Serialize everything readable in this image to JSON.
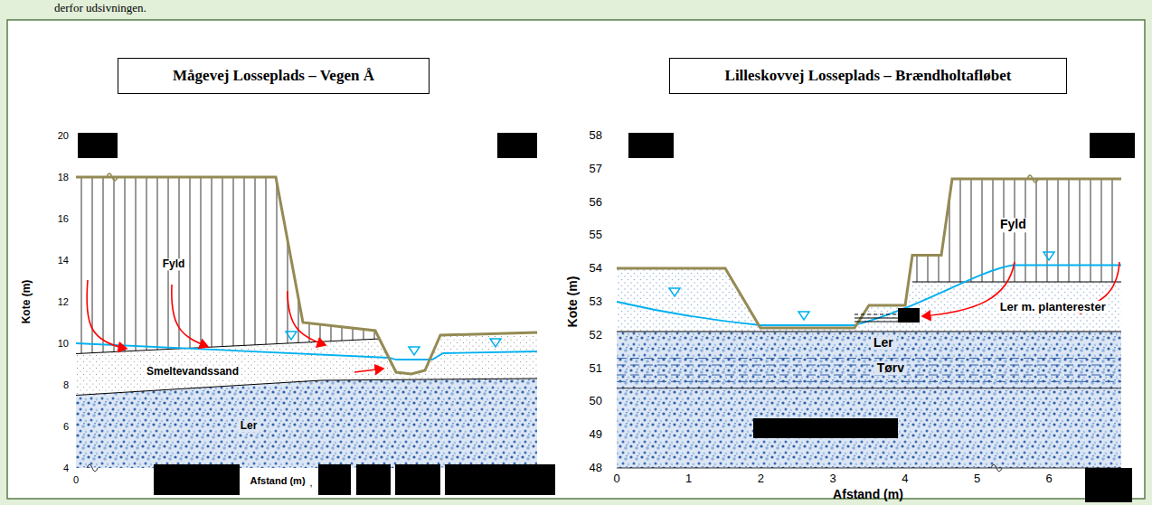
{
  "diagram": {
    "nodes": [
      {
        "text": [
          "Mågevej Losseplads – Vegen Å"
        ]
      },
      {
        "text": [
          "Lilleskovvej Losseplads – Brændholtafløbet"
        ]
      }
    ],
    "labels": [
      "derfor udsivningen.",
      "20",
      "18",
      "16",
      "14",
      "12",
      "10",
      "8",
      "6",
      "4",
      "Kote (m)",
      "Fyld",
      "Smeltevandssand",
      "Ler",
      "0",
      "Afstand (m)",
      ",",
      "58",
      "57",
      "56",
      "55",
      "54",
      "53",
      "52",
      "51",
      "50",
      "49",
      "48",
      "Kote (m)",
      "0",
      "1",
      "2",
      "3",
      "4",
      "5",
      "6",
      "Afstand (m)",
      "Fyld",
      "Ler m. planterester",
      "Ler",
      "Tørv"
    ]
  }
}
